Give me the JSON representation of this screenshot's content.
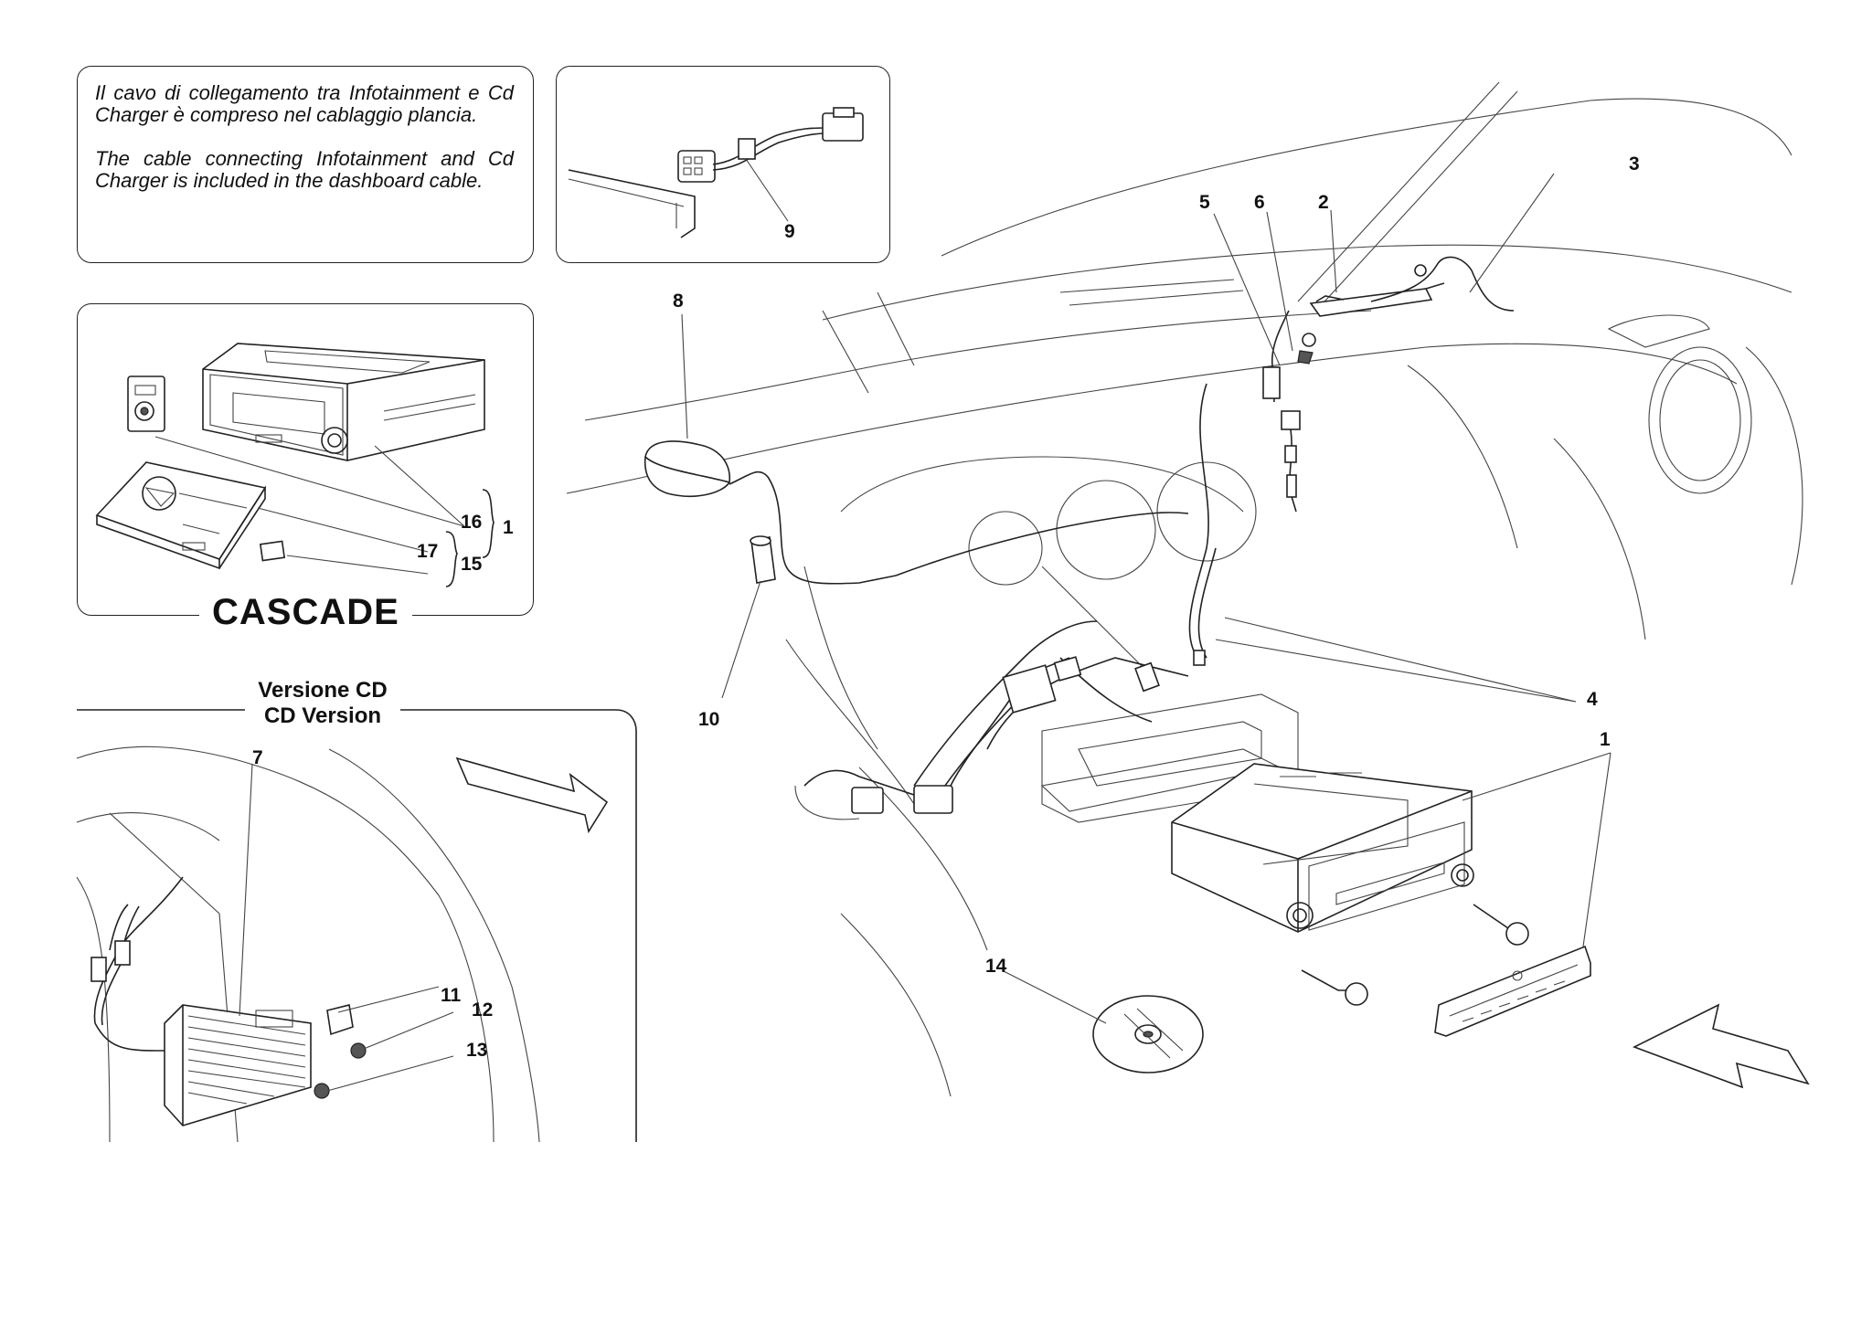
{
  "notes": {
    "it": "Il cavo di collegamento tra Infotainment e Cd Charger è compreso nel cablaggio plancia.",
    "en": "The cable connecting Infotainment and Cd Charger is included in the dashboard cable."
  },
  "cascade_title": "CASCADE",
  "cd_version": {
    "line1": "Versione CD",
    "line2": "CD Version"
  },
  "callouts": {
    "c1": "1",
    "c1_inset": "1",
    "c2": "2",
    "c3": "3",
    "c4": "4",
    "c5": "5",
    "c6": "6",
    "c7": "7",
    "c8": "8",
    "c9": "9",
    "c10": "10",
    "c11": "11",
    "c12": "12",
    "c13": "13",
    "c14": "14",
    "c15": "15",
    "c16": "16",
    "c17": "17"
  }
}
